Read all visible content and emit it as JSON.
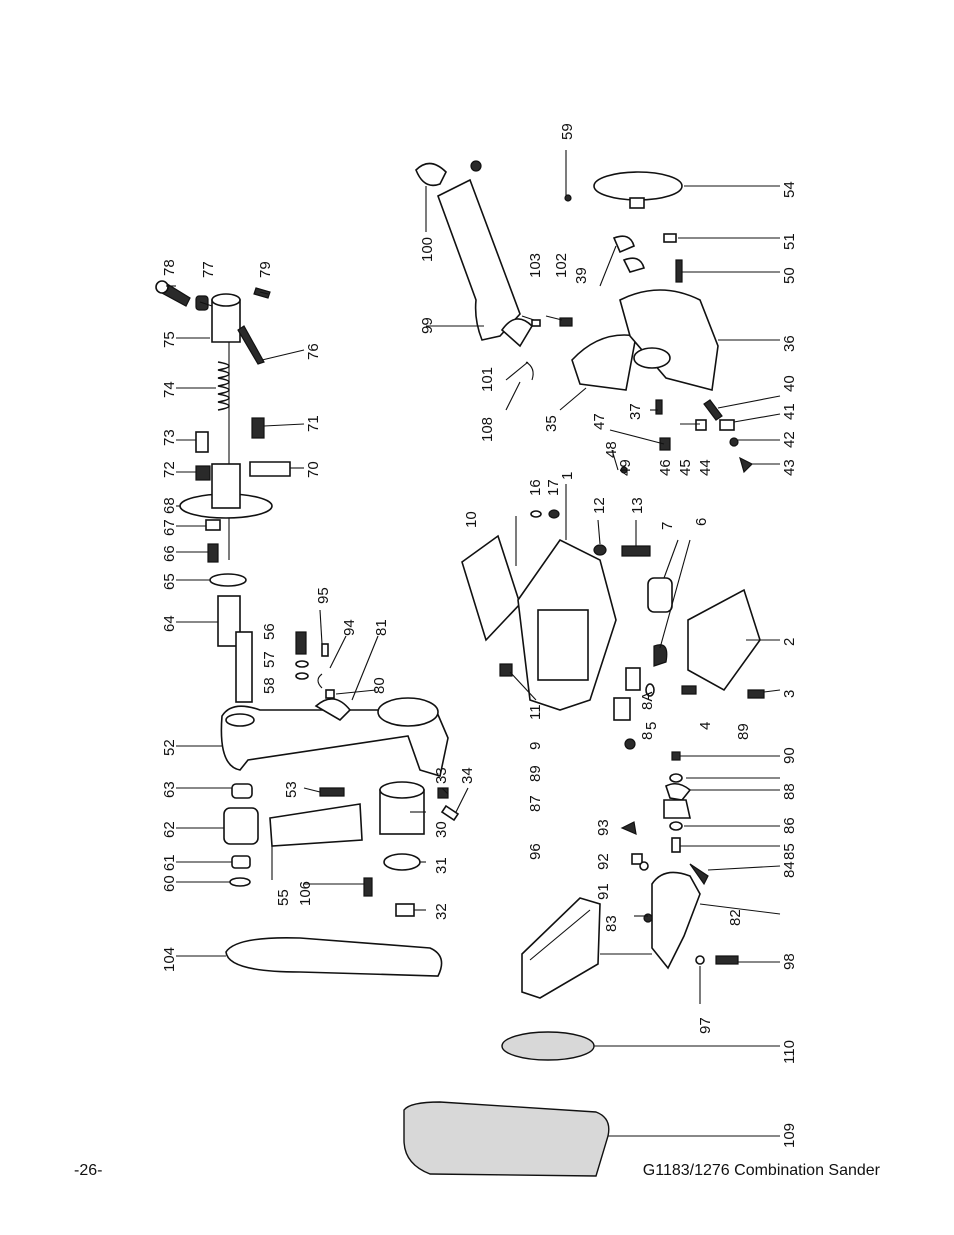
{
  "footer": {
    "page_number": "-26-",
    "title": "G1183/1276 Combination Sander"
  },
  "diagram": {
    "part_labels": [
      "78",
      "77",
      "79",
      "75",
      "76",
      "74",
      "73",
      "71",
      "72",
      "70",
      "68",
      "67",
      "66",
      "65",
      "64",
      "56",
      "95",
      "94",
      "57",
      "58",
      "81",
      "80",
      "52",
      "63",
      "53",
      "33",
      "34",
      "62",
      "30",
      "60 61",
      "31",
      "55",
      "106",
      "32",
      "104",
      "100",
      "99",
      "103",
      "102",
      "59",
      "54",
      "39",
      "51",
      "50",
      "36",
      "101",
      "108",
      "35",
      "37",
      "40",
      "41",
      "42",
      "43",
      "47",
      "48",
      "49",
      "46",
      "45",
      "44",
      "16",
      "17",
      "12",
      "13",
      "10",
      "1",
      "7",
      "6",
      "2",
      "11",
      "9",
      "8",
      "8A",
      "5",
      "4",
      "3",
      "89",
      "90",
      "89",
      "88",
      "87",
      "86",
      "93",
      "85",
      "92",
      "91",
      "84",
      "83",
      "82",
      "96",
      "98",
      "97",
      "110",
      "109"
    ]
  }
}
